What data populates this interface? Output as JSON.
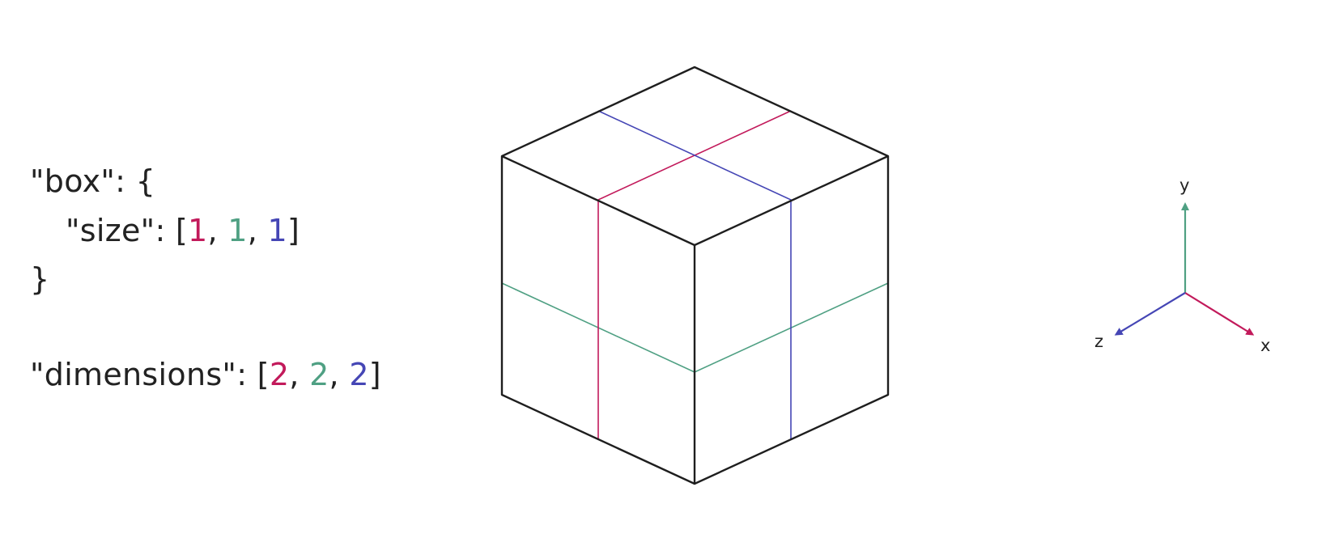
{
  "colors": {
    "x": "#C21A5B",
    "y": "#4FA083",
    "z": "#4546B5",
    "edge": "#1E1E1E",
    "text": "#222222"
  },
  "code": {
    "box_open": "\"box\": {",
    "size_prefix": "\"size\": [",
    "size_x": "1",
    "size_y": "1",
    "size_z": "1",
    "comma": ", ",
    "close_bracket": "]",
    "box_close": "}",
    "dimensions_prefix": "\"dimensions\": [",
    "dim_x": "2",
    "dim_y": "2",
    "dim_z": "2"
  },
  "axes": {
    "x_label": "x",
    "y_label": "y",
    "z_label": "z"
  }
}
